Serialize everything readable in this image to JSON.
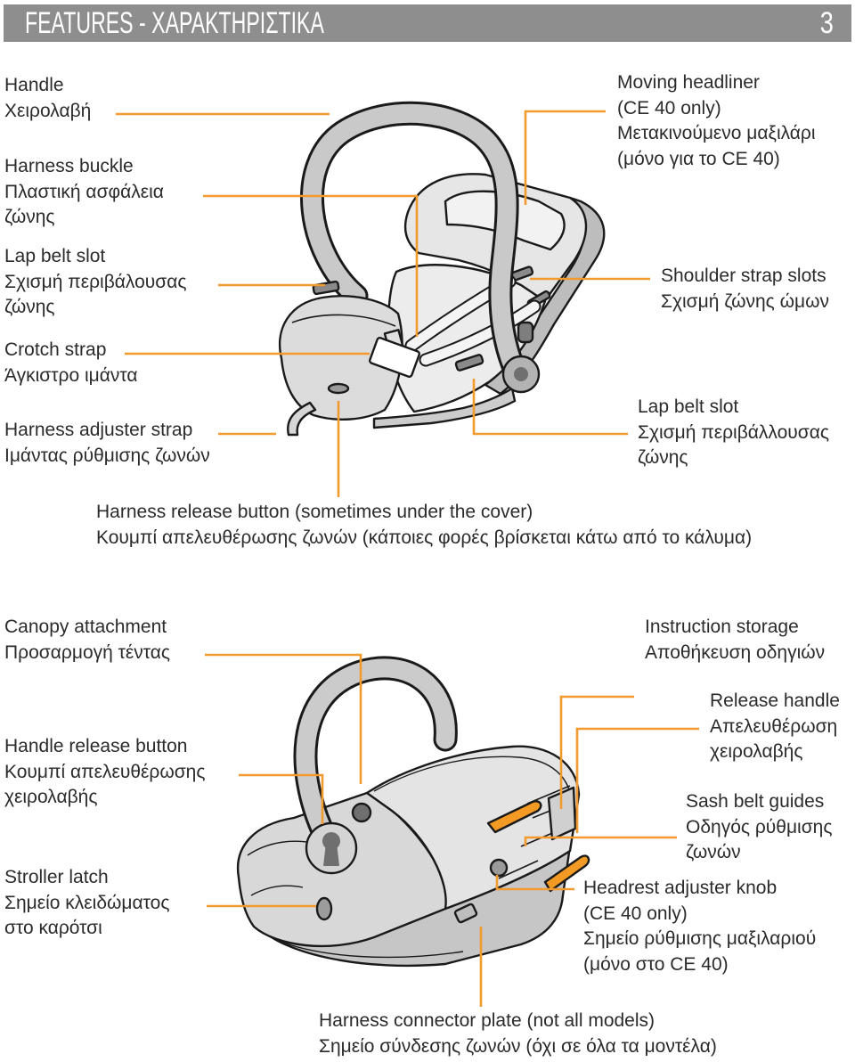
{
  "header": {
    "title": "FEATURES - ΧΑΡΑΚΤΗΡΙΣΤΙΚΑ",
    "page_number": "3"
  },
  "colors": {
    "header_background": "#8e8e8e",
    "header_text": "#ffffff",
    "callout_line": "#f29a2e",
    "release_parts": "#f39a24",
    "text": "#2b2b2b"
  },
  "illustrations": {
    "top": "infant-car-seat-illustration",
    "bottom": "infant-car-seat-with-base-illustration"
  },
  "top_diagram": {
    "handle": [
      "Handle",
      "Χειρολαβή"
    ],
    "harness_buckle": [
      "Harness buckle",
      "Πλαστική ασφάλεια",
      "ζώνης"
    ],
    "lap_belt_slot_left": [
      "Lap belt slot",
      "Σχισμή περιβάλουσας",
      "ζώνης"
    ],
    "crotch_strap": [
      "Crotch strap",
      "Άγκιστρο ιμάντα"
    ],
    "harness_adjuster_strap": [
      "Harness adjuster strap",
      "Ιμάντας ρύθμισης ζωνών"
    ],
    "moving_headliner": [
      "Moving headliner",
      "(CE 40 only)",
      "Μετακινούμενο μαξιλάρι",
      "(μόνο για το CE 40)"
    ],
    "shoulder_strap_slots": [
      "Shoulder strap slots",
      "Σχισμή ζώνης ώμων"
    ],
    "lap_belt_slot_right": [
      "Lap belt slot",
      "Σχισμή περιβάλλουσας",
      "ζώνης"
    ],
    "harness_release_button": [
      "Harness release button (sometimes under the cover)",
      "Κουμπί απελευθέρωσης ζωνών (κάποιες φορές βρίσκεται κάτω από το κάλυμα)"
    ]
  },
  "bottom_diagram": {
    "canopy_attachment": [
      "Canopy attachment",
      "Προσαρμογή τέντας"
    ],
    "instruction_storage": [
      "Instruction storage",
      "Αποθήκευση οδηγιών"
    ],
    "release_handle": [
      "Release handle",
      "Απελευθέρωση",
      "χειρολαβής"
    ],
    "handle_release_button": [
      "Handle release button",
      "Κουμπί απελευθέρωσης",
      "χειρολαβής"
    ],
    "sash_belt_guides": [
      "Sash belt guides",
      "Οδηγός ρύθμισης",
      "ζωνών"
    ],
    "stroller_latch": [
      "Stroller latch",
      "Σημείο κλειδώματος",
      "στο καρότσι"
    ],
    "headrest_adjuster_knob": [
      "Headrest adjuster knob",
      "(CE 40 only)",
      "Σημείο ρύθμισης μαξιλαριού",
      "(μόνο στο CE 40)"
    ],
    "harness_connector_plate": [
      "Harness connector plate (not all models)",
      "Σημείο σύνδεσης ζωνών (όχι σε όλα τα μοντέλα)"
    ]
  }
}
